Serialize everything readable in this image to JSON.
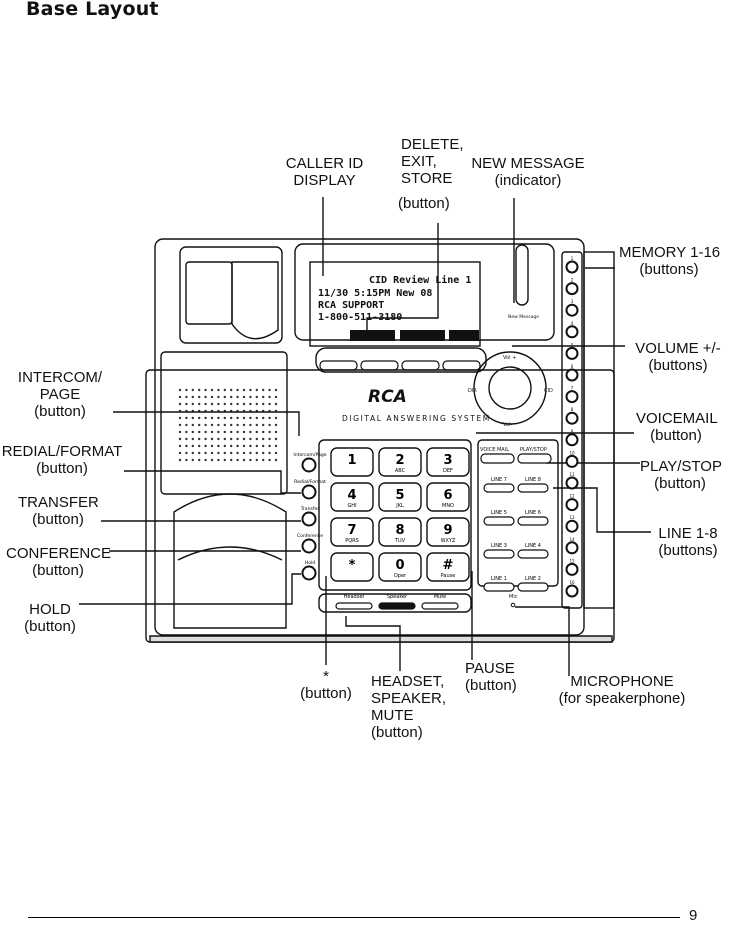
{
  "page": {
    "title": "Base Layout",
    "number": "9"
  },
  "callouts": {
    "caller_id": [
      "CALLER ID",
      "DISPLAY"
    ],
    "delete_exit_store": [
      "DELETE,",
      "EXIT,",
      "STORE",
      "(button)"
    ],
    "new_message": [
      "NEW MESSAGE",
      "(indicator)"
    ],
    "memory": [
      "MEMORY 1-16",
      "(buttons)"
    ],
    "volume": [
      "VOLUME +/-",
      "(buttons)"
    ],
    "voicemail": [
      "VOICEMAIL",
      "(button)"
    ],
    "play_stop": [
      "PLAY/STOP",
      "(button)"
    ],
    "line": [
      "LINE 1-8",
      "(buttons)"
    ],
    "intercom": [
      "INTERCOM/",
      "PAGE",
      "(button)"
    ],
    "redial": [
      "REDIAL/FORMAT",
      "(button)"
    ],
    "transfer": [
      "TRANSFER",
      "(button)"
    ],
    "conference": [
      "CONFERENCE",
      "(button)"
    ],
    "hold": [
      "HOLD",
      "(button)"
    ],
    "star": [
      "*",
      "(button)"
    ],
    "headset": [
      "HEADSET,",
      "SPEAKER,",
      "MUTE",
      "(button)"
    ],
    "pause": [
      "PAUSE",
      "(button)"
    ],
    "microphone": [
      "MICROPHONE",
      "(for speakerphone)"
    ]
  },
  "device": {
    "lcd": [
      "CID Review   Line 1",
      "11/30 5:15PM        New 08",
      "RCA SUPPORT",
      "1-800-511-3180"
    ],
    "brand": "RCA",
    "system_name": "DIGITAL ANSWERING SYSTEM",
    "new_message_label": "New Message",
    "dial": {
      "vol_up": "Vol +",
      "vol_down": "Vol-",
      "dir": "DIR",
      "cid": "CID"
    },
    "left_keys": [
      "Intercom/Page",
      "Redial/Format",
      "Transfer",
      "Conference",
      "Hold"
    ],
    "voice_mail": "VOICE MAIL",
    "play_stop": "PLAY/STOP",
    "line_keys": [
      [
        "LINE 7",
        "LINE 8"
      ],
      [
        "LINE 5",
        "LINE 6"
      ],
      [
        "LINE 3",
        "LINE 4"
      ],
      [
        "LINE 1",
        "LINE 2"
      ]
    ],
    "keypad": [
      [
        "1",
        ""
      ],
      [
        "2",
        "ABC"
      ],
      [
        "3",
        "DEF"
      ],
      [
        "4",
        "GHI"
      ],
      [
        "5",
        "JKL"
      ],
      [
        "6",
        "MNO"
      ],
      [
        "7",
        "PQRS"
      ],
      [
        "8",
        "TUV"
      ],
      [
        "9",
        "WXYZ"
      ],
      [
        "*",
        ""
      ],
      [
        "0",
        "Oper"
      ],
      [
        "#",
        "Pause"
      ]
    ],
    "bottom_keys": [
      "Headset",
      "Speaker",
      "Mute"
    ],
    "mic_label": "Mic",
    "memory_numbers": [
      "1",
      "2",
      "3",
      "4",
      "5",
      "6",
      "7",
      "8",
      "9",
      "10",
      "11",
      "12",
      "13",
      "14",
      "15",
      "16"
    ]
  }
}
